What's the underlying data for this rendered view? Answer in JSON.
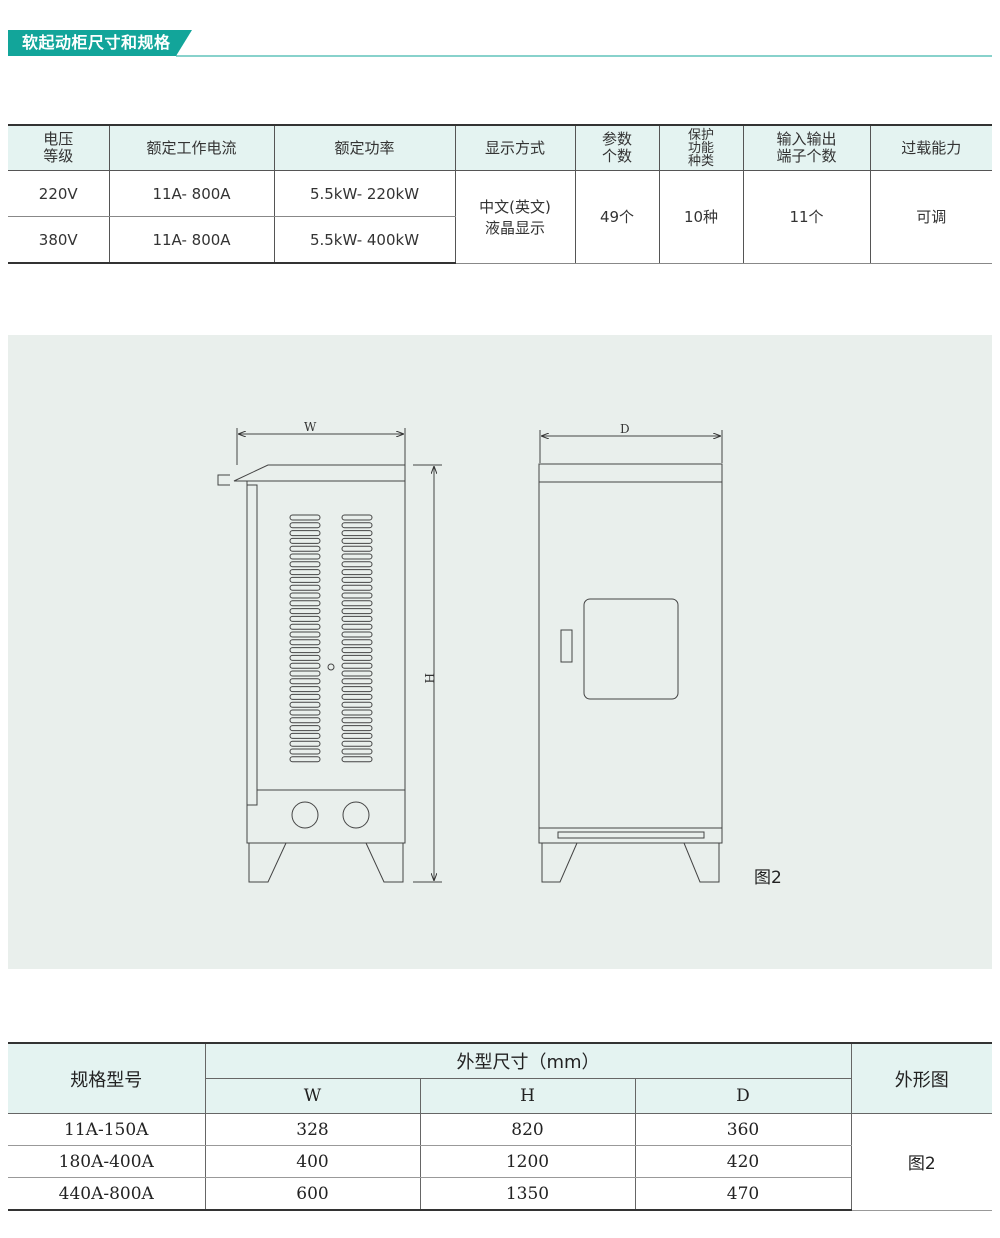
{
  "section": {
    "title": "软起动柜尺寸和规格",
    "accent_color": "#12a59a"
  },
  "spec_table": {
    "headers": [
      [
        "电压",
        "等级"
      ],
      [
        "额定工作电流"
      ],
      [
        "额定功率"
      ],
      [
        "显示方式"
      ],
      [
        "参数",
        "个数"
      ],
      [
        "保护",
        "功能",
        "种类"
      ],
      [
        "输入输出",
        "端子个数"
      ],
      [
        "过载能力"
      ]
    ],
    "rows": [
      {
        "voltage": "220V",
        "current": "11A- 800A",
        "power": "5.5kW- 220kW"
      },
      {
        "voltage": "380V",
        "current": "11A- 800A",
        "power": "5.5kW- 400kW"
      }
    ],
    "display": [
      "中文(英文)",
      "液晶显示"
    ],
    "param_count": "49个",
    "protection": "10种",
    "io_terminals": "11个",
    "overload": "可调"
  },
  "drawing": {
    "width_label": "W",
    "height_label": "H",
    "depth_label": "D",
    "figure_label": "图2"
  },
  "dim_table": {
    "model_header": "规格型号",
    "group_header": "外型尺寸（mm）",
    "figure_header": "外形图",
    "sub_headers": [
      "W",
      "H",
      "D"
    ],
    "rows": [
      {
        "model": "11A-150A",
        "w": "328",
        "h": "820",
        "d": "360"
      },
      {
        "model": "180A-400A",
        "w": "400",
        "h": "1200",
        "d": "420"
      },
      {
        "model": "440A-800A",
        "w": "600",
        "h": "1350",
        "d": "470"
      }
    ],
    "figure_value": "图2"
  }
}
